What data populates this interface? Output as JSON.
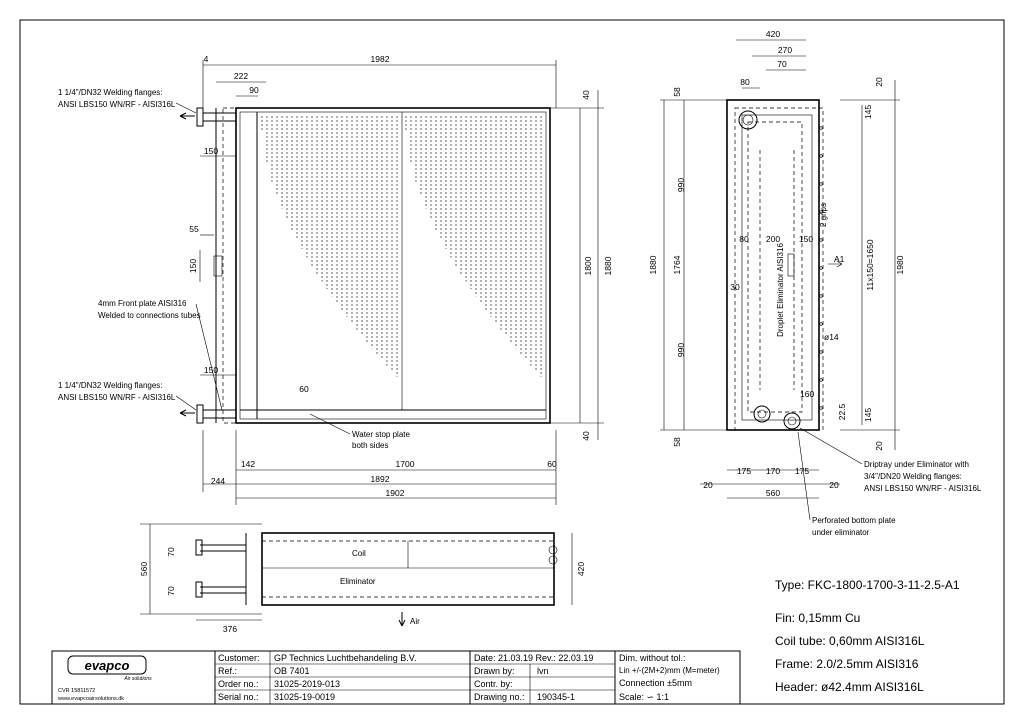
{
  "front_view": {
    "dims": {
      "overall_width": "1982",
      "left_offset": "4",
      "header_offset": "222",
      "stub_offset": "90",
      "top_flange_offset": "150",
      "small_plate": "55",
      "small_plate_height": "150",
      "bottom_flange_offset": "150",
      "water_stop": "60",
      "top_edge": "40",
      "bottom_edge": "40",
      "height_inner": "1800",
      "height_outer": "1880",
      "bottom_142": "142",
      "bottom_1700": "1700",
      "bottom_60": "60",
      "bottom_244": "244",
      "bottom_1892": "1892",
      "bottom_1902": "1902"
    },
    "notes": {
      "flange_top_1": "1 1/4\"/DN32 Welding flanges:",
      "flange_top_2": "ANSI LBS150 WN/RF - AISI316L",
      "front_plate_1": "4mm Front plate AISI316",
      "front_plate_2": "Welded to connections tubes",
      "flange_bot_1": "1 1/4\"/DN32 Welding flanges:",
      "flange_bot_2": "ANSI LBS150 WN/RF - AISI316L",
      "water_stop_1": "Water stop plate",
      "water_stop_2": "both sides"
    }
  },
  "side_view": {
    "dims": {
      "w420": "420",
      "w270": "270",
      "w70": "70",
      "w80": "80",
      "r20_top": "20",
      "r145_top": "145",
      "l58_top": "58",
      "l990_top": "990",
      "l1880": "1880",
      "l1764": "1764",
      "l990_bot": "990",
      "l58_bot": "58",
      "d80": "80",
      "d200": "200",
      "d150": "150",
      "d30": "30",
      "grips": "2 grips",
      "arrow": "A1",
      "pitch": "11x150=1650",
      "r1980": "1980",
      "hole": "ø14",
      "d160": "160",
      "d22_5": "22.5",
      "r145_bot": "145",
      "r20_bot": "20",
      "b175a": "175",
      "b170": "170",
      "b175b": "175",
      "b20": "20",
      "b560": "560",
      "b20r": "20",
      "eliminator": "Droplet Eliminator AISI316"
    },
    "notes": {
      "driptray_1": "Driptray under Eliminator with",
      "driptray_2": "3/4\"/DN20 Welding flanges:",
      "driptray_3": "ANSI LBS150 WN/RF - AISI316L",
      "perf_1": "Perforated bottom plate",
      "perf_2": "under eliminator"
    }
  },
  "top_view": {
    "dims": {
      "d70a": "70",
      "d70b": "70",
      "d560": "560",
      "d420": "420",
      "d376": "376"
    },
    "labels": {
      "coil": "Coil",
      "eliminator": "Eliminator",
      "air": "Air"
    }
  },
  "specs": {
    "type": "Type:  FKC-1800-1700-3-11-2.5-A1",
    "fin": "Fin:  0,15mm  Cu",
    "coil_tube": "Coil  tube:  0,60mm  AISI316L",
    "frame": "Frame:  2.0/2.5mm  AISI316",
    "header": "Header:  ø42.4mm  AISI316L"
  },
  "title_block": {
    "logo": "evapco",
    "logo_sub": "Air solutions",
    "cvr": "CVR  15811572",
    "web": "www.evapcoairsolutions.dk",
    "customer_label": "Customer:",
    "customer": "GP Technics Luchtbehandeling B.V.",
    "ref_label": "Ref.:",
    "ref": "OB  7401",
    "order_label": "Order no.:",
    "order": "31025-2019-013",
    "serial_label": "Serial no.:",
    "serial": "31025-19-0019",
    "date": "Date: 21.03.19   Rev.: 22.03.19",
    "drawn_label": "Drawn by:",
    "drawn": "lvn",
    "contr_label": "Contr. by:",
    "contr": "",
    "drawing_label": "Drawing no.:",
    "drawing": "190345-1",
    "dim_tol": "Dim. without tol.:",
    "lin": "Lin +/-(2M+2)mm (M=meter)",
    "connection": "Connection ±5mm",
    "scale": "Scale: ∽ 1:1"
  }
}
